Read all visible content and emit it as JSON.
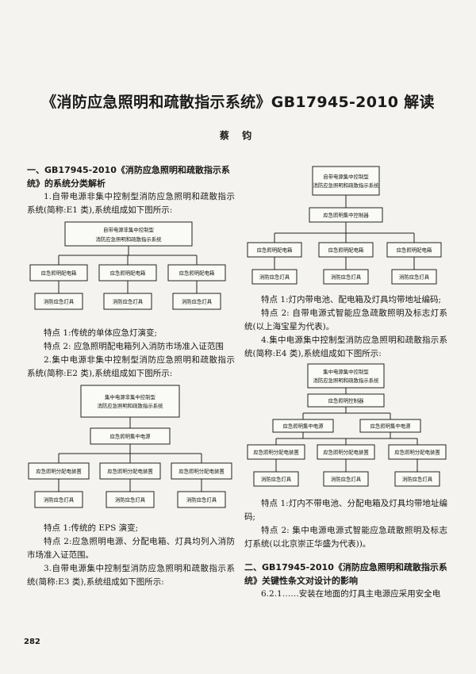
{
  "title": "《消防应急照明和疏散指示系统》GB17945-2010 解读",
  "author": "蔡 钧",
  "left": {
    "heading1": "一、GB17945-2010《消防应急照明和疏散指示系统》的系统分类解析",
    "p1": "1.自带电源非集中控制型消防应急照明和疏散指示系统(简称:E1 类),系统组成如下图所示:",
    "d1": {
      "top": [
        "自带电源非集中控制型",
        "消防应急照明和疏散指示系统"
      ],
      "mid": [
        "应急照明配电箱",
        "应急照明配电箱",
        "应急照明配电箱"
      ],
      "bot": [
        "消防应急灯具",
        "消防应急灯具",
        "消防应急灯具"
      ]
    },
    "p2": "特点 1:传统的单体应急灯演变;",
    "p3": "特点 2: 应急照明配电箱列入消防市场准入证范围",
    "p4": "2.集中电源非集中控制型消防应急照明和疏散指示系统(简称:E2 类),系统组成如下图所示:",
    "d2": {
      "top": [
        "集中电源非集中控制型",
        "消防应急照明和疏散指示系统"
      ],
      "l2": "应急照明集中电源",
      "mid": [
        "应急照明分配电装置",
        "应急照明分配电装置",
        "应急照明分配电装置"
      ],
      "bot": [
        "消防应急灯具",
        "消防应急灯具",
        "消防应急灯具"
      ]
    },
    "p5": "特点 1:传统的 EPS 演变;",
    "p6": "特点 2:应急照明电源、分配电箱、灯具均列入消防市场准入证范围。",
    "p7": "3.自带电源集中控制型消防应急照明和疏散指示系统(简称:E3 类),系统组成如下图所示:"
  },
  "right": {
    "d3": {
      "top": [
        "自带电源集中控制型",
        "消防应急照明和疏散指示系统"
      ],
      "l2": "应急照明集中控制器",
      "mid": [
        "应急照明配电箱",
        "应急照明配电箱",
        "应急照明配电箱"
      ],
      "bot": [
        "消防应急灯具",
        "消防应急灯具",
        "消防应急灯具"
      ]
    },
    "p1": "特点 1:灯内带电池、配电箱及灯具均带地址编码;",
    "p2": "特点 2: 自带电源式智能应急疏散照明及标志灯系统(以上海宝星为代表)。",
    "p3": "4.集中电源集中控制型消防应急照明和疏散指示系统(简称:E4 类),系统组成如下图所示:",
    "d4": {
      "top": [
        "集中电源集中控制型",
        "消防应急照明和疏散指示系统"
      ],
      "l2": "应急照明控制器",
      "l3": [
        "应急照明集中电源",
        "应急照明集中电源"
      ],
      "mid": [
        "应急照明分配电装置",
        "应急照明分配电装置",
        "应急照明分配电装置"
      ],
      "bot": [
        "消防应急灯具",
        "消防应急灯具",
        "消防应急灯具"
      ]
    },
    "p4": "特点 1:灯内不带电池、分配电箱及灯具均带地址编码;",
    "p5": "特点 2: 集中电源电源式智能应急疏散照明及标志灯系统(以北京崇正华盛为代表))。",
    "heading2": "二、GB17945-2010《消防应急照明和疏散指示系统》关键性条文对设计的影响",
    "p6": "6.2.1……安装在地面的灯具主电源应采用安全电"
  },
  "page_number": "282"
}
